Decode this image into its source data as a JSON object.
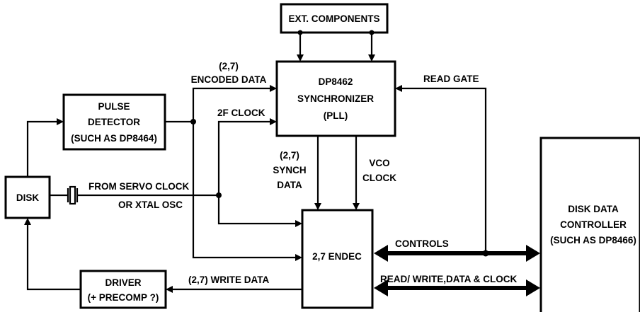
{
  "blocks": {
    "ext_components": "EXT. COMPONENTS",
    "synchronizer": [
      "DP8462",
      "SYNCHRONIZER",
      "(PLL)"
    ],
    "pulse_detector": [
      "PULSE",
      "DETECTOR",
      "(SUCH AS DP8464)"
    ],
    "disk": "DISK",
    "endec": "2,7 ENDEC",
    "driver": [
      "DRIVER",
      "(+ PRECOMP ?)"
    ],
    "controller": [
      "DISK DATA",
      "CONTROLLER",
      "(SUCH AS DP8466)"
    ]
  },
  "signals": {
    "encoded_data": [
      "(2,7)",
      "ENCODED DATA"
    ],
    "two_f_clock": "2F CLOCK",
    "read_gate": "READ GATE",
    "synch_data": [
      "(2,7)",
      "SYNCH",
      "DATA"
    ],
    "vco_clock": [
      "VCO",
      "CLOCK"
    ],
    "servo_clock": [
      "FROM SERVO CLOCK",
      "OR XTAL OSC"
    ],
    "controls": "CONTROLS",
    "read_write_bus": "READ/ WRITE,DATA & CLOCK",
    "write_data": "(2,7) WRITE DATA"
  }
}
